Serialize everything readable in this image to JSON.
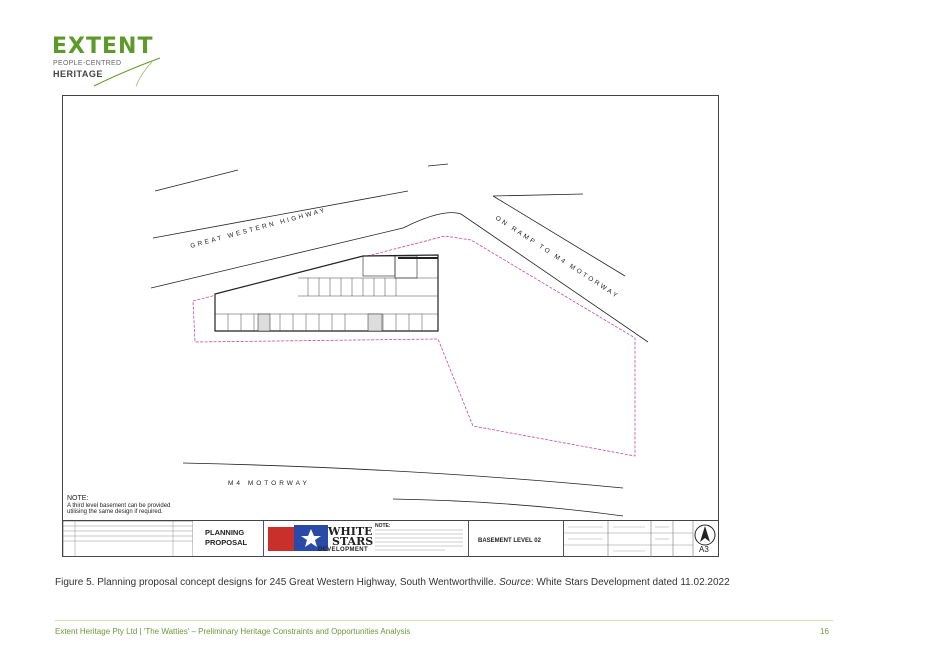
{
  "logo": {
    "brand": "EXTENT",
    "tag_line1": "PEOPLE-CENTRED",
    "tag_line2": "HERITAGE",
    "color": "#5e9a2a"
  },
  "drawing": {
    "road_labels": {
      "great_western": "GREAT WESTERN HIGHWAY",
      "on_ramp": "ON RAMP TO M4 MOTORWAY",
      "m4": "M4 MOTORWAY"
    },
    "note_heading": "NOTE:",
    "note_line1": "A third level basement can be provided",
    "note_line2": "utilising the same design if required.",
    "title_block": {
      "planning_line1": "PLANNING",
      "planning_line2": "PROPOSAL",
      "logo_line1": "WHITE",
      "logo_line2": "STARS",
      "logo_line3": "DEVELOPMENT",
      "notes_label": "NOTE:",
      "drawing_title": "BASEMENT LEVEL 02",
      "sheet_size": "A3"
    }
  },
  "caption": {
    "prefix": "Figure 5. Planning proposal concept designs for 245 Great Western Highway, South Wentworthville. ",
    "source_label": "Source",
    "suffix": ": White Stars Development dated 11.02.2022"
  },
  "footer": {
    "text": "Extent Heritage Pty Ltd | 'The Watties' – Preliminary Heritage Constraints and Opportunities Analysis",
    "page": "16",
    "color": "#6a9a3a"
  }
}
